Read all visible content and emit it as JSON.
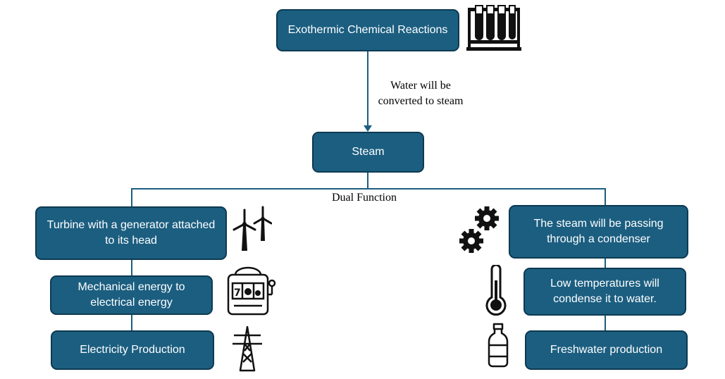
{
  "nodes": {
    "reactions": "Exothermic Chemical Reactions",
    "steam": "Steam",
    "turbine": "Turbine with a generator attached to its head",
    "mechanical": "Mechanical energy to electrical energy",
    "electricity": "Electricity Production",
    "condenser": "The steam will be passing through a condenser",
    "low_temp": "Low temperatures will condense it to water.",
    "freshwater": "Freshwater production"
  },
  "edge_labels": {
    "water_to_steam": "Water will be converted to steam",
    "dual": "Dual Function"
  },
  "icons": [
    "test-tubes-icon",
    "wind-turbine-icon",
    "slot-machine-icon",
    "power-pylon-icon",
    "gears-icon",
    "thermometer-icon",
    "water-bottle-icon"
  ],
  "colors": {
    "box_fill": "#1b5e80",
    "box_border": "#0e3a52",
    "connector": "#1b5e80"
  }
}
